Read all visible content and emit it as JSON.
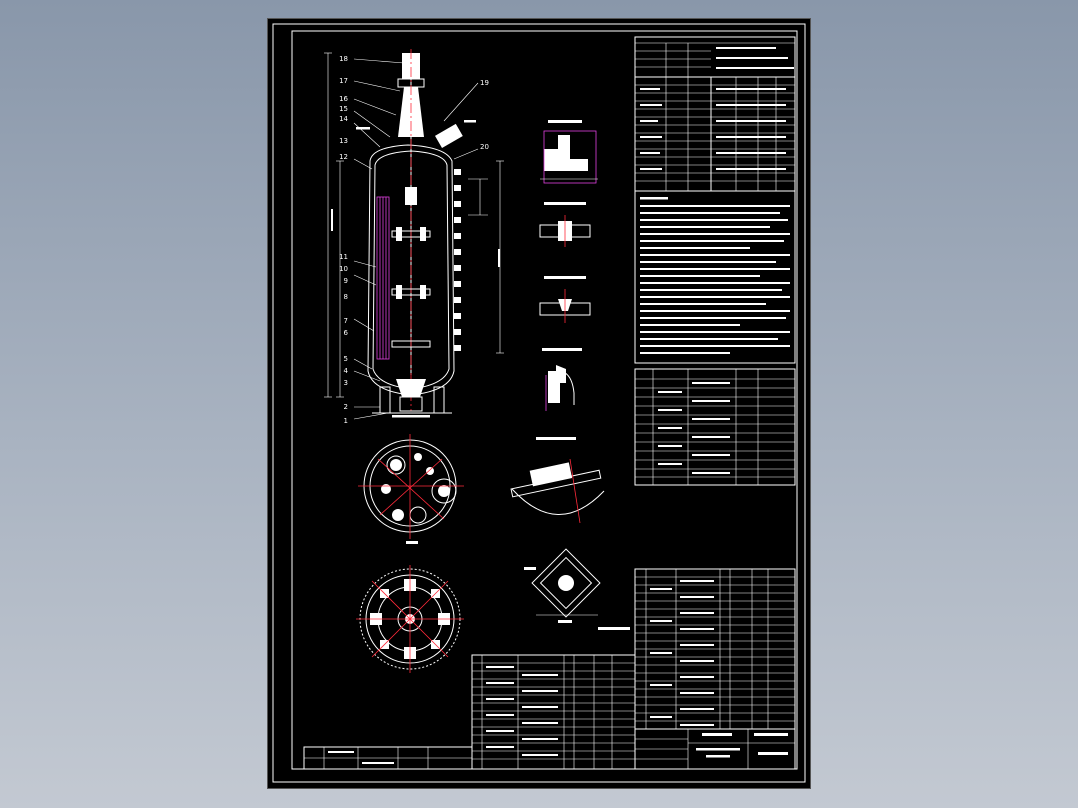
{
  "drawing": {
    "part_numbers_left": [
      "18",
      "17",
      "16",
      "15",
      "14",
      "13",
      "12",
      "11",
      "10",
      "9",
      "8",
      "7",
      "6",
      "5",
      "4",
      "3",
      "2",
      "1"
    ],
    "part_numbers_right": [
      "19",
      "20"
    ],
    "colors": {
      "background": "#000000",
      "lines": "#ffffff",
      "centerlines": "#ff2a3a",
      "hatch": "#e040e0"
    }
  }
}
